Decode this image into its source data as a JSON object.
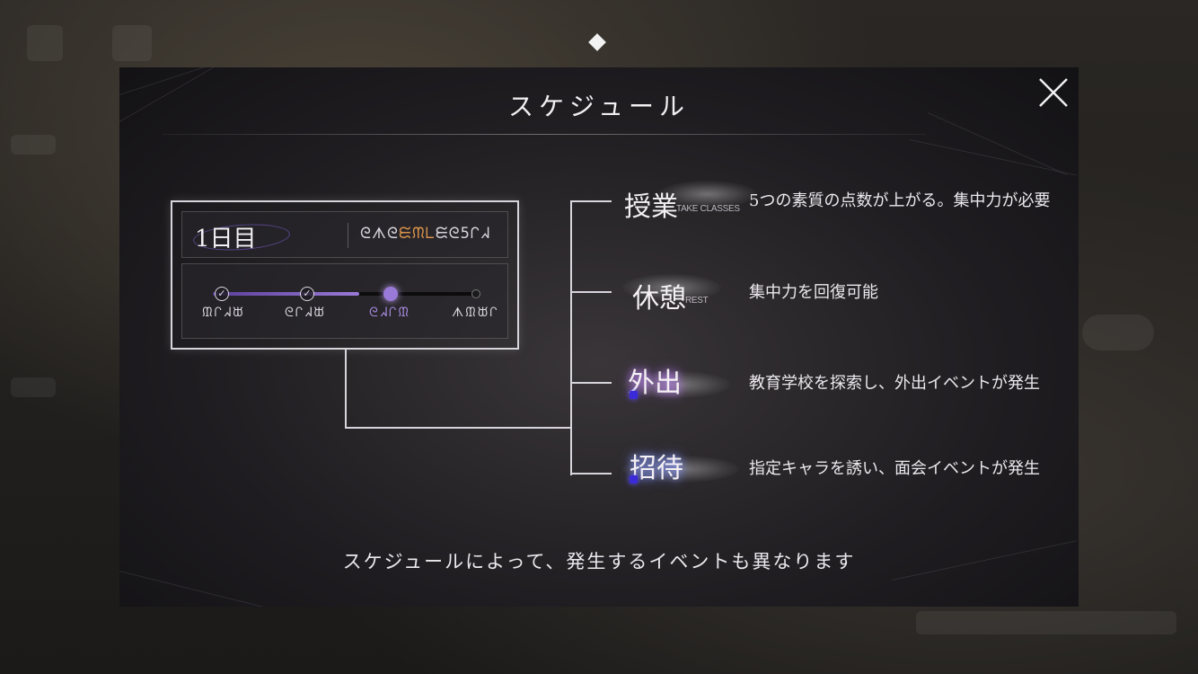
{
  "modal": {
    "title": "スケジュール",
    "footer": "スケジュールによって、発生するイベントも異なります"
  },
  "day_card": {
    "day_label": "1日目",
    "code_prefix": "ᘓᗑᘓ",
    "code_highlight": "ᙓᙏᒪ",
    "code_suffix": "ᙓᘓ5ᒋᖽ",
    "progress": 0.55,
    "periods": [
      {
        "label": "ᙢᒋᖽᙔ",
        "state": "done"
      },
      {
        "label": "ᘓᒋᖽᙔ",
        "state": "done"
      },
      {
        "label": "ᘓᖽᒋᙢ",
        "state": "current"
      },
      {
        "label": "ᗑᙢᙔᒋ",
        "state": "future"
      }
    ]
  },
  "activities": [
    {
      "title": "授業",
      "subtitle": "TAKE CLASSES",
      "description": "5つの素質の点数が上がる。集中力が必要"
    },
    {
      "title": "休憩",
      "subtitle": "REST",
      "description": "集中力を回復可能"
    },
    {
      "title": "外出",
      "subtitle": "",
      "description": "教育学校を探索し、外出イベントが発生"
    },
    {
      "title": "招待",
      "subtitle": "",
      "description": "指定キャラを誘い、面会イベントが発生"
    }
  ],
  "colors": {
    "accent_purple": "#9a7ad8",
    "accent_orange": "#d9934a",
    "accent_blue": "#3a2ad8"
  },
  "icons": {
    "close": "close-icon",
    "page_indicator": "diamond-icon",
    "check": "check-icon"
  }
}
